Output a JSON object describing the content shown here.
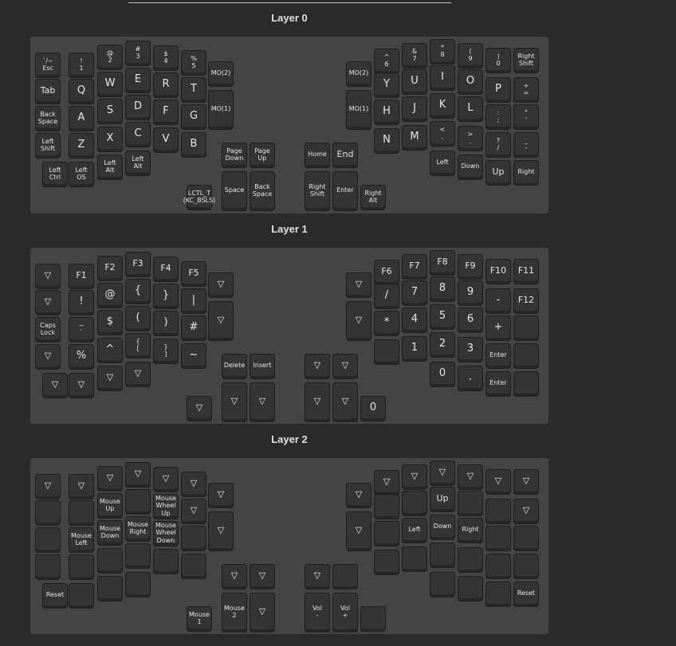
{
  "layers": [
    {
      "title": "Layer 0",
      "keys": [
        "`/~\nEsc",
        "!\n1",
        "@\n2",
        "#\n3",
        "$\n4",
        "%\n5",
        "Tab",
        "Q",
        "W",
        "E",
        "R",
        "T",
        "MO(2)",
        "Back\nSpace",
        "A",
        "S",
        "D",
        "F",
        "G",
        "MO(1)",
        "Left\nShift",
        "Z",
        "X",
        "C",
        "V",
        "B",
        "Left\nCtrl",
        "Left\nOS",
        "Left\nAlt",
        "Left\nAlt",
        "Page\nDown",
        "Page\nUp",
        "LCTL_T\n(KC_BSLS)",
        "Space",
        "Back\nSpace",
        "^\n6",
        "&\n7",
        "*\n8",
        "(\n9",
        ")\n0",
        "Right\nShift",
        "MO(2)",
        "Y",
        "U",
        "I",
        "O",
        "P",
        "+\n=",
        "MO(1)",
        "H",
        "J",
        "K",
        "L",
        ":\n;",
        "\"\n'",
        "N",
        "M",
        "<\n,",
        ">\n.",
        "?\n/",
        "_\n-",
        "Left",
        "Down",
        "Up",
        "Right",
        "Home",
        "End",
        "Right\nShift",
        "Enter",
        "Right\nAlt"
      ]
    },
    {
      "title": "Layer 1",
      "keys": [
        "▽",
        "F1",
        "F2",
        "F3",
        "F4",
        "F5",
        "▽",
        "!",
        "@",
        "{",
        "}",
        "|",
        "▽",
        "Caps\nLock",
        "~\n`",
        "$",
        "(",
        ")",
        "#",
        "▽",
        "▽",
        "%",
        "^",
        "{\n[",
        "}\n]",
        "~",
        "▽",
        "▽",
        "▽",
        "▽",
        "Delete",
        "Insert",
        "▽",
        "▽",
        "▽",
        "F6",
        "F7",
        "F8",
        "F9",
        "F10",
        "F11",
        "▽",
        "/",
        "7",
        "8",
        "9",
        "-",
        "F12",
        "▽",
        "*",
        "4",
        "5",
        "6",
        "+",
        "",
        "",
        "1",
        "2",
        "3",
        "Enter",
        "",
        "0",
        ".",
        "Enter",
        "",
        "▽",
        "▽",
        "▽",
        "▽",
        "0"
      ]
    },
    {
      "title": "Layer 2",
      "keys": [
        "▽",
        "▽",
        "▽",
        "▽",
        "▽",
        "▽",
        "",
        "",
        "Mouse\nUp",
        "",
        "Mouse\nWheel\nUp",
        "▽",
        "▽",
        "",
        "Mouse\nLeft",
        "Mouse\nDown",
        "Mouse\nRight",
        "Mouse\nWheel\nDown",
        "",
        "▽",
        "",
        "",
        "",
        "",
        "",
        "",
        "Reset",
        "",
        "",
        "",
        "▽",
        "▽",
        "Mouse\n1",
        "Mouse\n2",
        "▽",
        "▽",
        "▽",
        "▽",
        "▽",
        "▽",
        "▽",
        "▽",
        "",
        "",
        "Up",
        "",
        "",
        "▽",
        "▽",
        "",
        "Left",
        "Down",
        "Right",
        "",
        "",
        "",
        "",
        "",
        "",
        "",
        "",
        "",
        "",
        "",
        "Reset",
        "▽",
        "",
        "Vol\n-",
        "Vol\n+",
        ""
      ]
    }
  ]
}
